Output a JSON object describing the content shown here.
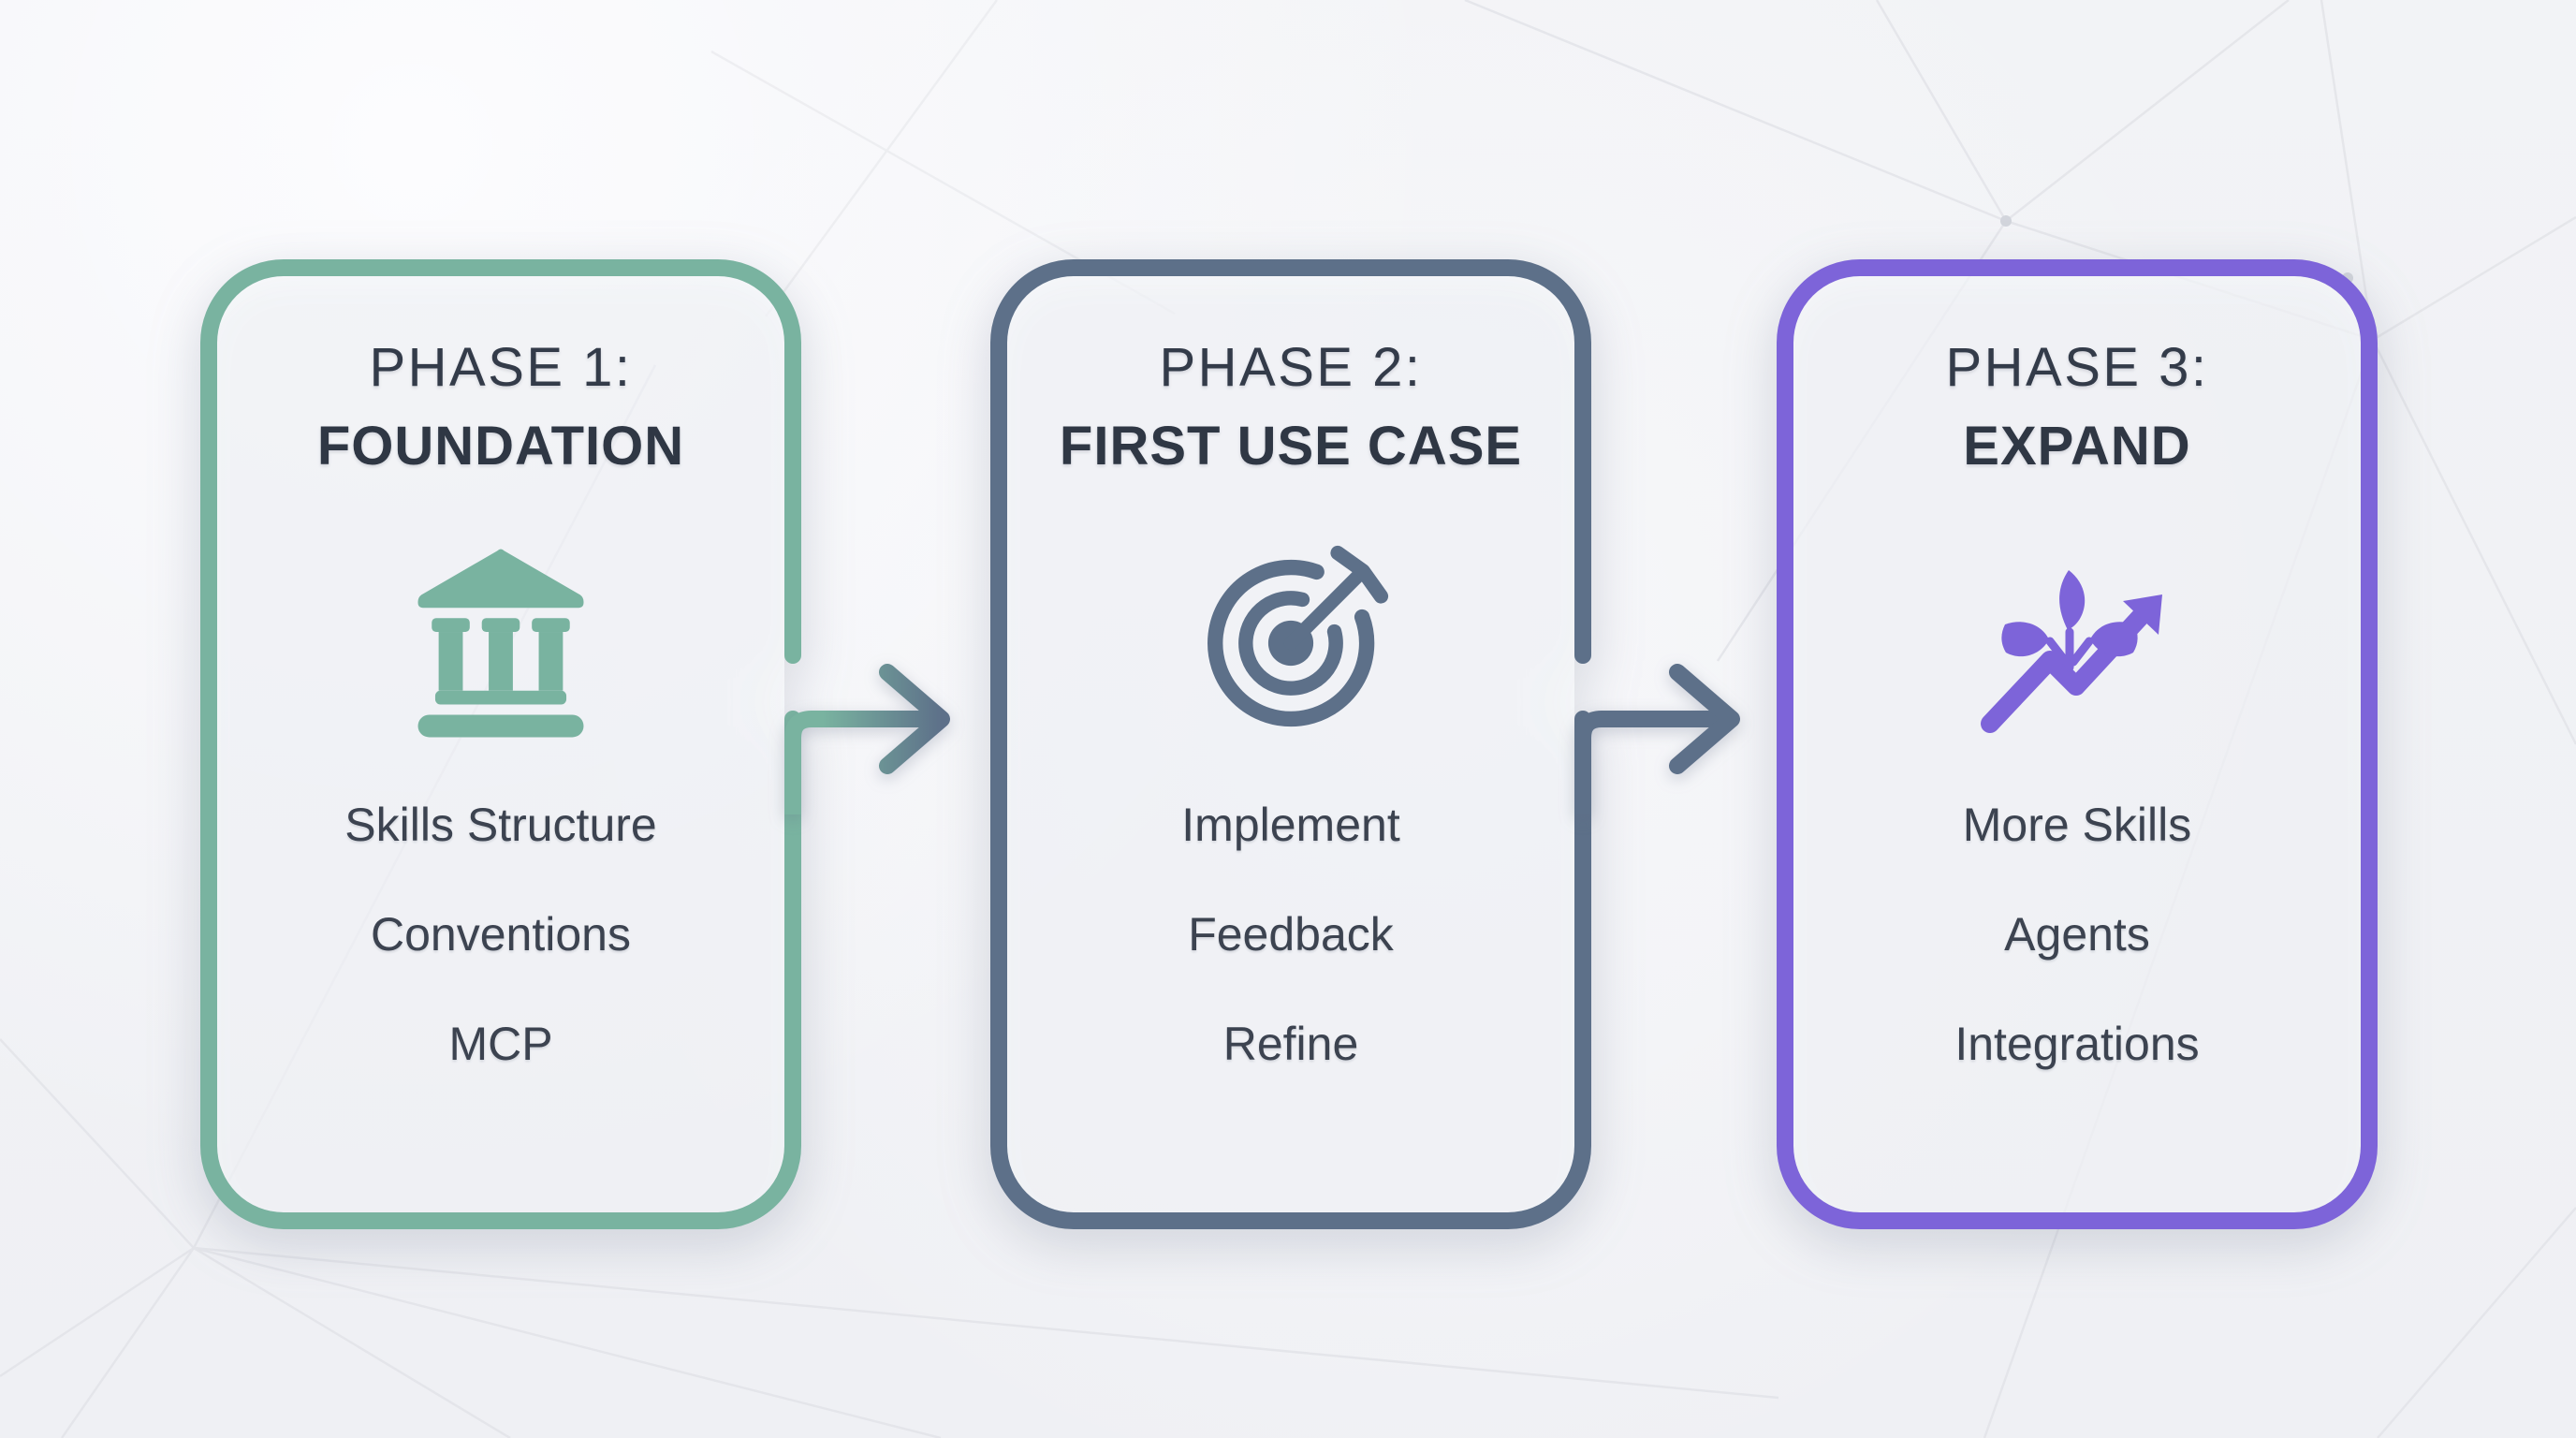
{
  "diagram": {
    "kind": "three-phase roadmap",
    "phases": [
      {
        "label": "PHASE 1:",
        "name": "FOUNDATION",
        "icon": "bank-icon",
        "accent": "#79b3a0",
        "items": [
          "Skills Structure",
          "Conventions",
          "MCP"
        ]
      },
      {
        "label": "PHASE 2:",
        "name": "FIRST USE CASE",
        "icon": "target-icon",
        "accent": "#5d7089",
        "items": [
          "Implement",
          "Feedback",
          "Refine"
        ]
      },
      {
        "label": "PHASE 3:",
        "name": "EXPAND",
        "icon": "growth-icon",
        "accent": "#7d64d9",
        "items": [
          "More Skills",
          "Agents",
          "Integrations"
        ]
      }
    ],
    "arrows": [
      {
        "from": "PHASE 1",
        "to": "PHASE 2",
        "gradient_start": "#79b3a0",
        "gradient_end": "#5d7089"
      },
      {
        "from": "PHASE 2",
        "to": "PHASE 3",
        "gradient_start": "#5d7089",
        "gradient_end": "#5d7089"
      }
    ],
    "colors": {
      "background": "#f1f2f5",
      "mesh_line": "#e3e4e9",
      "mesh_dot": "#d2d5dc",
      "title_text": "#2f3744",
      "item_text": "#3c4350",
      "card_fill": "rgba(252,253,255,0.66)"
    }
  }
}
